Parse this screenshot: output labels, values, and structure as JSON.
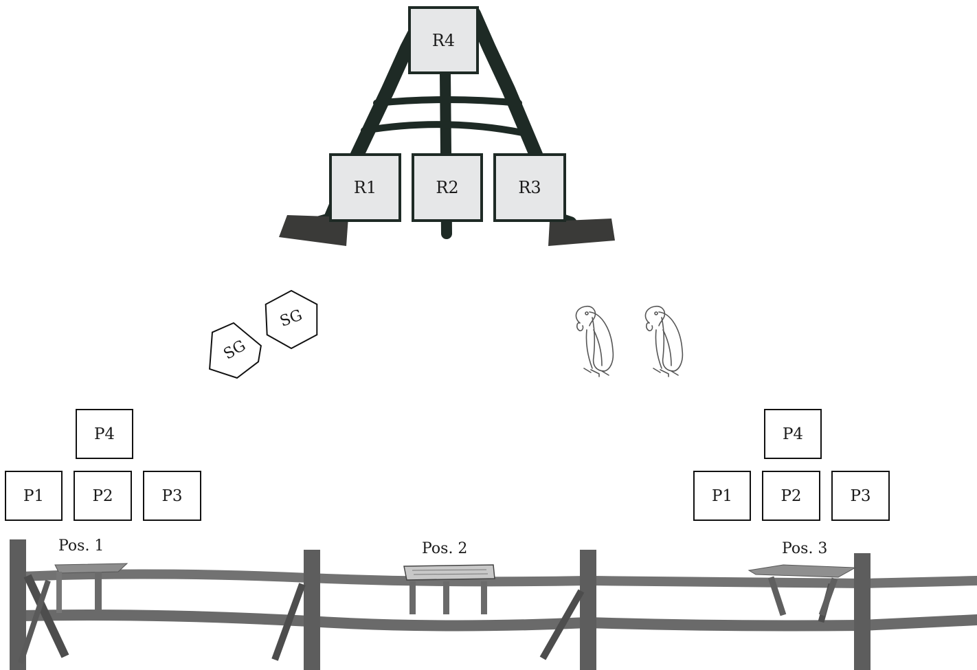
{
  "stand": {
    "top_label": "R4",
    "bottom_labels": [
      "R1",
      "R2",
      "R3"
    ]
  },
  "stand_guns": [
    "SG",
    "SG"
  ],
  "vultures": [
    "vulture-icon",
    "vulture-icon"
  ],
  "positions": [
    {
      "label": "Pos. 1",
      "top": "P4",
      "bottom": [
        "P1",
        "P2",
        "P3"
      ]
    },
    {
      "label": "Pos. 2"
    },
    {
      "label": "Pos. 3",
      "top": "P4",
      "bottom": [
        "P1",
        "P2",
        "P3"
      ]
    }
  ],
  "colors": {
    "frame": "#1e2a25",
    "box_fill": "#e6e7e8",
    "fence": "#6e6e6e"
  }
}
